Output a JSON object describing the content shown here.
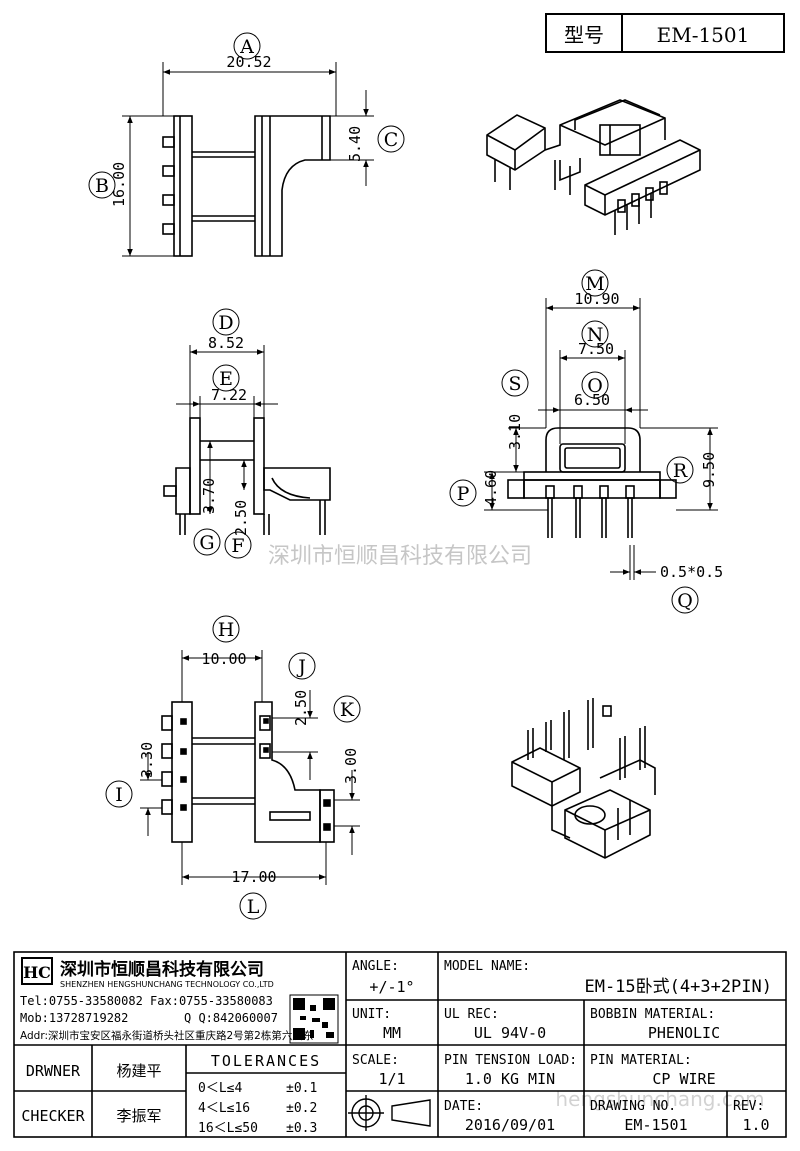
{
  "header": {
    "model_label": "型号",
    "model_value": "EM-1501"
  },
  "views": {
    "top": {
      "A": {
        "letter": "A",
        "value": "20.52"
      },
      "B": {
        "letter": "B",
        "value": "16.00"
      },
      "C": {
        "letter": "C",
        "value": "5.40"
      }
    },
    "side": {
      "D": {
        "letter": "D",
        "value": "8.52"
      },
      "E": {
        "letter": "E",
        "value": "7.22"
      },
      "F": {
        "letter": "F",
        "value": "2.50"
      },
      "G": {
        "letter": "G",
        "value": "3.70"
      }
    },
    "front": {
      "M": {
        "letter": "M",
        "value": "10.90"
      },
      "N": {
        "letter": "N",
        "value": "7.50"
      },
      "O": {
        "letter": "O",
        "value": "6.50"
      },
      "S": {
        "letter": "S",
        "value": "3.10"
      },
      "P": {
        "letter": "P",
        "value": "4.60"
      },
      "R": {
        "letter": "R",
        "value": "9.50"
      },
      "Q": {
        "letter": "Q",
        "value": "0.5*0.5"
      }
    },
    "bottom": {
      "H": {
        "letter": "H",
        "value": "10.00"
      },
      "J": {
        "letter": "J",
        "value": "2.50"
      },
      "K": {
        "letter": "K",
        "value": "3.00"
      },
      "I": {
        "letter": "I",
        "value": "3.30"
      },
      "L": {
        "letter": "L",
        "value": "17.00"
      }
    }
  },
  "watermark": "深圳市恒顺昌科技有限公司",
  "watermark_url": "hengshunchang.com",
  "company": {
    "name_cn": "深圳市恒顺昌科技有限公司",
    "name_en": "SHENZHEN HENGSHUNCHANG TECHNOLOGY CO.,LTD",
    "tel": "Tel:0755-33580082 Fax:0755-33580083",
    "mob": "Mob:13728719282",
    "qq": "Q  Q:842060007",
    "addr": "Addr:深圳市宝安区福永街道桥头社区重庆路2号第2栋第六层东"
  },
  "titleblock": {
    "drawer_label": "DRWNER",
    "drawer_name": "杨建平",
    "checker_label": "CHECKER",
    "checker_name": "李振军",
    "tolerances_title": "TOLERANCES",
    "tol_rows": [
      {
        "range": "0＜L≤4",
        "tol": "±0.1"
      },
      {
        "range": "4＜L≤16",
        "tol": "±0.2"
      },
      {
        "range": "16＜L≤50",
        "tol": "±0.3"
      }
    ],
    "angle_label": "ANGLE:",
    "angle_value": "+/-1°",
    "unit_label": "UNIT:",
    "unit_value": "MM",
    "scale_label": "SCALE:",
    "scale_value": "1/1",
    "model_name_label": "MODEL NAME:",
    "model_name_value": "EM-15卧式(4+3+2PIN)",
    "ul_label": "UL REC:",
    "ul_value": "UL 94V-0",
    "bobbin_label": "BOBBIN MATERIAL:",
    "bobbin_value": "PHENOLIC",
    "pin_tension_label": "PIN TENSION LOAD:",
    "pin_tension_value": "1.0 KG MIN",
    "pin_material_label": "PIN MATERIAL:",
    "pin_material_value": "CP WIRE",
    "date_label": "DATE:",
    "date_value": "2016/09/01",
    "drawing_no_label": "DRAWING NO.",
    "drawing_no_value": "EM-1501",
    "rev_label": "REV:",
    "rev_value": "1.0"
  }
}
